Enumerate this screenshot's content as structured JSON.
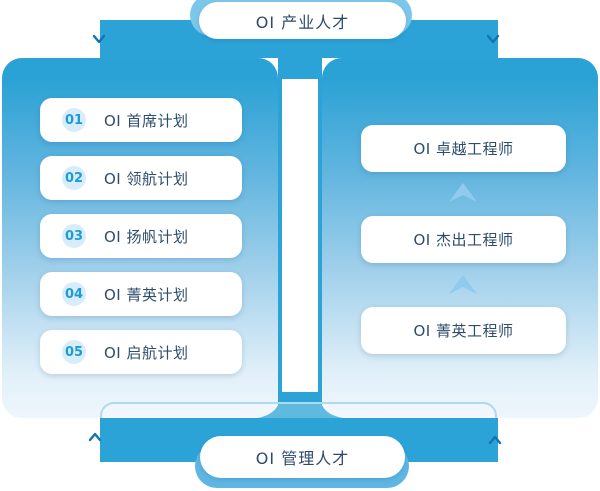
{
  "diagram": {
    "top_label": "OI 产业人才",
    "bottom_label": "OI 管理人才",
    "left_panel": {
      "items": [
        {
          "num": "01",
          "label": "OI 首席计划"
        },
        {
          "num": "02",
          "label": "OI 领航计划"
        },
        {
          "num": "03",
          "label": "OI 扬帆计划"
        },
        {
          "num": "04",
          "label": "OI 菁英计划"
        },
        {
          "num": "05",
          "label": "OI 启航计划"
        }
      ]
    },
    "right_panel": {
      "items": [
        {
          "label": "OI 卓越工程师"
        },
        {
          "label": "OI 杰出工程师"
        },
        {
          "label": "OI 菁英工程师"
        }
      ]
    },
    "colors": {
      "bar_blue": "#2BA3D6",
      "panel_gradient_top": "#2BA2D5",
      "panel_gradient_bottom": "#EEF6FC",
      "badge_bg": "#D8EDF9",
      "badge_text": "#1E9CD7",
      "text_navy": "#2E4D6B",
      "arrow_light_blue": "#8FCBEF",
      "chevron_blue": "#1273B5",
      "behind_pill_top": "#7CC6EA",
      "behind_pill_bottom": "#5FB6E3"
    }
  }
}
